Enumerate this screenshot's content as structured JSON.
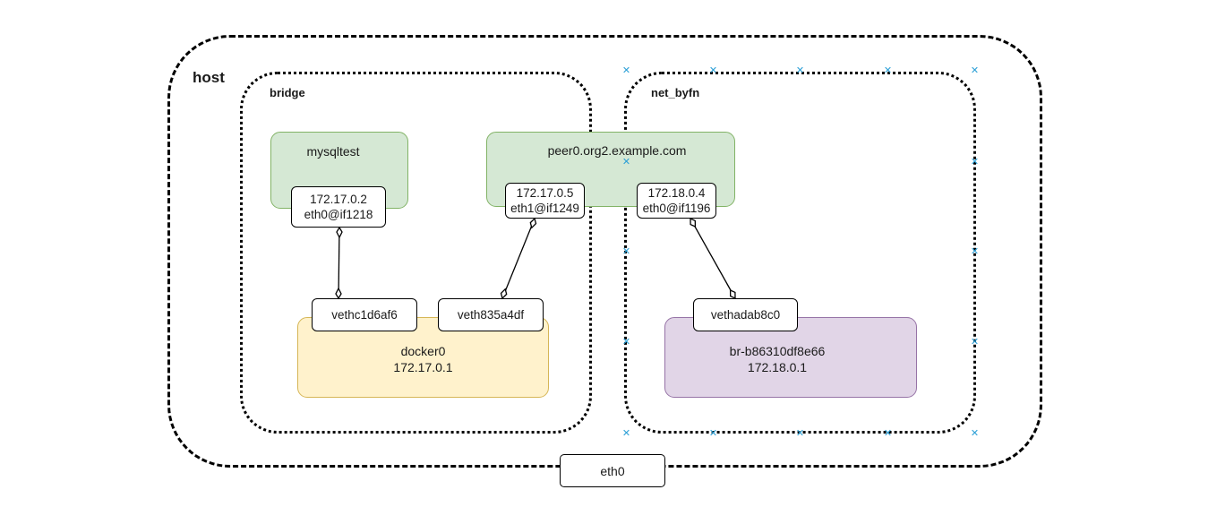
{
  "host": {
    "label": "host",
    "nic": "eth0"
  },
  "networks": [
    {
      "key": "bridge",
      "label": "bridge"
    },
    {
      "key": "net_byfn",
      "label": "net_byfn"
    }
  ],
  "containers": [
    {
      "key": "mysqltest",
      "name": "mysqltest",
      "iface": {
        "ip": "172.17.0.2",
        "name": "eth0@if1218"
      }
    },
    {
      "key": "peer0",
      "name": "peer0.org2.example.com",
      "ifaces": [
        {
          "ip": "172.17.0.5",
          "name": "eth1@if1249"
        },
        {
          "ip": "172.18.0.4",
          "name": "eth0@if1196"
        }
      ]
    }
  ],
  "bridges": [
    {
      "key": "docker0",
      "name": "docker0",
      "ip": "172.17.0.1",
      "veths": [
        "vethc1d6af6",
        "veth835a4df"
      ]
    },
    {
      "key": "br",
      "name": "br-b86310df8e66",
      "ip": "172.18.0.1",
      "veths": [
        "vethadab8c0"
      ]
    }
  ],
  "colors": {
    "container_fill": "#d5e8d4",
    "container_stroke": "#82b366",
    "docker0_fill": "#fff2cc",
    "docker0_stroke": "#d6b656",
    "br_fill": "#e1d5e7",
    "br_stroke": "#9673a6",
    "selection_marker": "#2a9fd6"
  }
}
